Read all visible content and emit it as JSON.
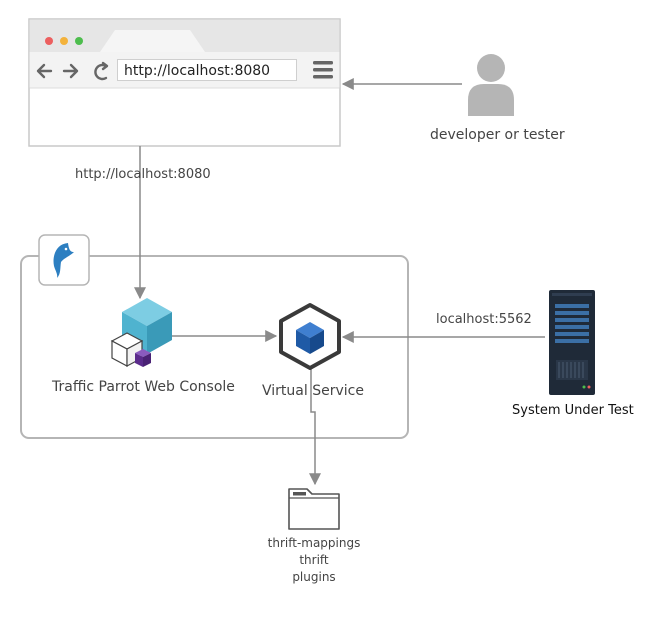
{
  "browser": {
    "url": "http://localhost:8080",
    "window_controls": [
      "close-dot",
      "minimize-dot",
      "maximize-dot"
    ],
    "nav_icons": [
      "arrow-left-icon",
      "arrow-right-icon",
      "reload-icon",
      "menu-icon"
    ]
  },
  "actor": {
    "label": "developer or tester",
    "icon": "user-icon"
  },
  "connections": {
    "browser_to_console": "http://localhost:8080",
    "sut_to_virtual": "localhost:5562"
  },
  "group": {
    "logo": "parrot-logo"
  },
  "nodes": {
    "console": "Traffic Parrot Web Console",
    "virtual_service": "Virtual Service",
    "system_under_test": "System Under Test"
  },
  "folder": {
    "icon": "folder-icon",
    "items": [
      "thrift-mappings",
      "thrift",
      "plugins"
    ]
  },
  "colors": {
    "line": "#8a8a8a",
    "cube_teal": "#4fb3cf",
    "cube_blue": "#1f5aa6",
    "cube_purple": "#5b2b8c",
    "server": "#1f2a38"
  }
}
